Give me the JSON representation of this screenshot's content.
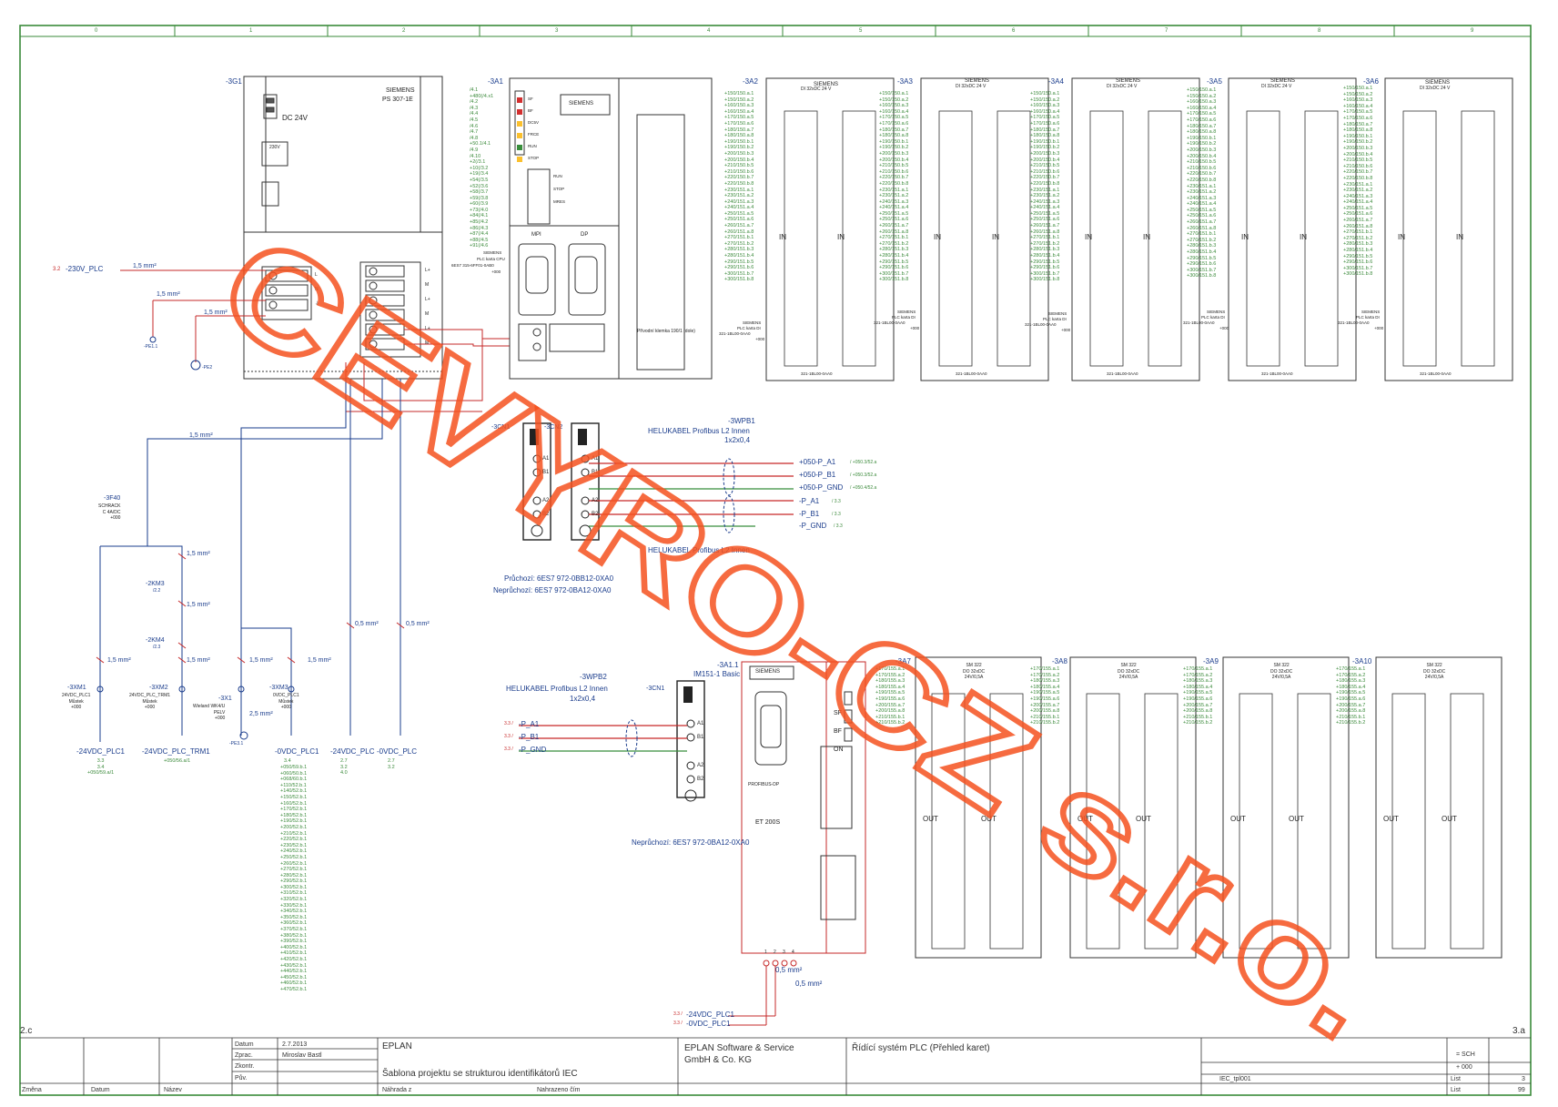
{
  "ruler": [
    "0",
    "1",
    "2",
    "3",
    "4",
    "5",
    "6",
    "7",
    "8",
    "9"
  ],
  "corner": {
    "left": "2.c",
    "right": "3.a"
  },
  "power_supply": {
    "tag": "-3G1",
    "brand": "SIEMENS",
    "model": "PS 307-1E",
    "dc_label": "DC 24V",
    "btn_label": "230V",
    "terminals_left": [
      "L",
      "N",
      "⏚"
    ],
    "terminals_right": [
      "L+",
      "M",
      "L+",
      "M",
      "L+",
      "M"
    ]
  },
  "power_in": {
    "from": "3.2",
    "label": "-230V_PLC",
    "wire1": "1,5 mm²",
    "wire2": "1,5 mm²",
    "wire3": "1,5 mm²",
    "pe1": "-PE1.1",
    "pe2": "-PE2"
  },
  "cpu": {
    "tag": "-3A1",
    "brand": "SIEMENS",
    "leds": [
      "SF",
      "BF",
      "DC5V",
      "FRCE",
      "RUN",
      "STOP"
    ],
    "modes": [
      "RUN",
      "STOP",
      "MRES"
    ],
    "ports": [
      "MPI",
      "DP"
    ],
    "label_lines": [
      "SIEMENS",
      "PLC karta CPU",
      "6ES7 315-6FF01-0AB0",
      "+000"
    ],
    "pins": "/4.1\n+480(/4.x1\n/4.2\n/4.3\n/4.4\n/4.5\n/4.6\n/4.7\n/4.8\n+50.1/4.1\n/4.9\n/4.10\n+2(/3.1\n+10(/3.2\n+19(/3.4\n+54(/3.5\n+52(/3.6\n+58(/3.7\n+59(/3.8\n+60(/3.9\n+73(/4.0\n+84(/4.1\n+85(/4.2\n+86(/4.3\n+87(/4.4\n+88(/4.5\n+91(/4.6",
    "terminal_label": "Přívodní klemka 190/1 (dole)"
  },
  "modules_top": [
    {
      "tag": "-3A2",
      "head": "SIEMENS",
      "sub": "DI 32xDC 24 V",
      "io1": "IN",
      "io2": "IN",
      "lbl": [
        "SIEMENS",
        "PLC karta DI",
        "321-1BL00-0AA0",
        "+000"
      ],
      "bottom": "321-1BL00-0AA0"
    },
    {
      "tag": "-3A3",
      "head": "SIEMENS",
      "sub": "DI 32xDC 24 V",
      "io1": "IN",
      "io2": "IN",
      "lbl": [
        "SIEMENS",
        "PLC karta DI",
        "321-1BL00-0AA0",
        "+000"
      ],
      "bottom": "321-1BL00-0AA0"
    },
    {
      "tag": "-3A4",
      "head": "SIEMENS",
      "sub": "DI 32xDC 24 V",
      "io1": "IN",
      "io2": "IN",
      "lbl": [
        "SIEMENS",
        "PLC karta DI",
        "321-1BL00-0AA0",
        "+000"
      ],
      "bottom": "321-1BL00-0AA0"
    },
    {
      "tag": "-3A5",
      "head": "SIEMENS",
      "sub": "DI 32xDC 24 V",
      "io1": "IN",
      "io2": "IN",
      "lbl": [
        "SIEMENS",
        "PLC karta DI",
        "321-1BL00-0AA0",
        "+000"
      ],
      "bottom": "321-1BL00-0AA0"
    },
    {
      "tag": "-3A6",
      "head": "SIEMENS",
      "sub": "DI 32xDC 24 V",
      "io1": "IN",
      "io2": "IN",
      "lbl": [
        "SIEMENS",
        "PLC karta DI",
        "321-1BL00-0AA0",
        "+000"
      ],
      "bottom": "321-1BL00-0AA0"
    }
  ],
  "modules_bottom": [
    {
      "tag": "-3A7",
      "sub": "SM 322\nDO 32xDC\n24V/0,5A",
      "io1": "OUT",
      "io2": "OUT"
    },
    {
      "tag": "-3A8",
      "sub": "SM 322\nDO 32xDC\n24V/0,5A",
      "io1": "OUT",
      "io2": "OUT"
    },
    {
      "tag": "-3A9",
      "sub": "SM 322\nDO 32xDC\n24V/0,5A",
      "io1": "OUT",
      "io2": "OUT"
    },
    {
      "tag": "-3A10",
      "sub": "SM 322\nDO 32xDC\n24V/0,5A",
      "io1": "OUT",
      "io2": "OUT"
    }
  ],
  "profibus": {
    "cn1_tag": "-3CN1",
    "cn2_tag": "-3CN2",
    "wpb1_tag": "-3WPB1",
    "cable1": "HELUKABEL Profibus L2 Innen",
    "cable1_spec": "1x2x0,4",
    "wpb2_tag": "-3WPB2",
    "cable2": "HELUKABEL Profibus L2 Innen",
    "cable2_spec": "1x2x0,4",
    "pins": [
      "A1",
      "B1",
      "A2",
      "B2"
    ],
    "sig1": "+050-P_A1",
    "sig1r": "/ +050.3/52.a",
    "sig2": "+050-P_B1",
    "sig2r": "/ +050.3/52.a",
    "sig3": "+050-P_GND",
    "sig3r": "/ +050.4/52.a",
    "sig4": "-P_A1",
    "sig4r": "/ 3.3",
    "sig5": "-P_B1",
    "sig5r": "/ 3.3",
    "sig6": "-P_GND",
    "sig6r": "/ 3.3",
    "through": "Průchozí: 6ES7 972-0BB12-0XA0",
    "nonthrough": "Neprůchozí: 6ES7 972-0BA12-0XA0"
  },
  "et200": {
    "tag": "-3A1.1",
    "title": "IM151-1 Basic",
    "brand": "SIEMENS",
    "leds": [
      "SF",
      "BF",
      "ON"
    ],
    "bus": "PROFIBUS-DP",
    "name": "ET 200S",
    "cn_tag": "-3CN1",
    "wpb_tag": "-3WPB2",
    "left_sig1": "-P_A1",
    "left_sig2": "-P_B1",
    "left_sig3": "-P_GND",
    "left_ref": "3.3 /",
    "nonthrough": "Neprůchozí: 6ES7 972-0BA12-0XA0",
    "term_nums": [
      "1",
      "2",
      "3",
      "4"
    ],
    "wire1": "0,5 mm²",
    "wire2": "0,5 mm²",
    "feed1": "-24VDC_PLC1",
    "feed2": "-0VDC_PLC1",
    "feed_ref": "3.3 /"
  },
  "distribution": {
    "breaker_tag": "-3F40",
    "breaker_sub": "SCHRACK\nC 4A/DC\n+000",
    "relay1": "-2KM3",
    "relay1_ref": "/2.2",
    "relay2": "-2KM4",
    "relay2_ref": "/2.3",
    "wires": [
      "1,5 mm²",
      "1,5 mm²",
      "1,5 mm²",
      "1,5 mm²",
      "1,5 mm²",
      "1,5 mm²",
      "1,5 mm²",
      "0,5 mm²",
      "0,5 mm²",
      "2,5 mm²"
    ],
    "terminals": [
      {
        "tag": "-3XM1",
        "sub": "24VDC_PLC1\nMůstek\n+000"
      },
      {
        "tag": "-3XM2",
        "sub": "24VDC_PLC_TRM1\nMůstek\n+000"
      },
      {
        "tag": "-3X1",
        "sub": "Wieland WK4/U\nPELV\n+000"
      },
      {
        "tag": "-3XM3",
        "sub": "0VDC_PLC1\nMůstek\n+000"
      }
    ],
    "pe": "-PE3.1",
    "outputs": [
      {
        "label": "-24VDC_PLC1",
        "ref": "3.3\n3.4\n+050/59.a/1"
      },
      {
        "label": "-24VDC_PLC_TRM1",
        "ref": "+050/56.a/1"
      },
      {
        "label": "-0VDC_PLC1",
        "ref": "3.4"
      },
      {
        "label": "-24VDC_PLC",
        "ref": "2.7\n3.2\n4.0"
      },
      {
        "label": "-0VDC_PLC",
        "ref": "2.7\n3.2"
      }
    ],
    "ov_list": "+050/59.b.1\n+060/50.b.1\n+068/60.b.1\n+110/52.b.1\n+140/52.b.1\n+150/52.b.1\n+160/52.b.1\n+170/52.b.1\n+180/52.b.1\n+190/52.b.1\n+200/52.b.1\n+210/52.b.1\n+220/52.b.1\n+230/52.b.1\n+240/52.b.1\n+250/52.b.1\n+260/52.b.1\n+270/52.b.1\n+280/52.b.1\n+290/52.b.1\n+300/52.b.1\n+310/52.b.1\n+320/52.b.1\n+330/52.b.1\n+340/52.b.1\n+350/52.b.1\n+360/52.b.1\n+370/52.b.1\n+380/52.b.1\n+390/52.b.1\n+400/52.b.1\n+410/52.b.1\n+420/52.b.1\n+430/52.b.1\n+440/52.b.1\n+450/52.b.1\n+460/52.b.1\n+470/52.b.1"
  },
  "module_pins": "+150/150.a.1\n+150/150.a.2\n+160/150.a.3\n+160/150.a.4\n+170/150.a.5\n+170/150.a.6\n+180/150.a.7\n+180/150.a.8\n+190/150.b.1\n+190/150.b.2\n+200/150.b.3\n+200/150.b.4\n+210/150.b.5\n+210/150.b.6\n+220/150.b.7\n+220/150.b.8\n+230/151.a.1\n+230/151.a.2\n+240/151.a.3\n+240/151.a.4\n+250/151.a.5\n+250/151.a.6\n+260/151.a.7\n+260/151.a.8\n+270/151.b.1\n+270/151.b.2\n+280/151.b.3\n+280/151.b.4\n+290/151.b.5\n+290/151.b.6\n+300/151.b.7\n+300/151.b.8",
  "module_pins_short": "+170/155.a.1\n+170/155.a.2\n+180/155.a.3\n+180/155.a.4\n+190/155.a.5\n+190/155.a.6\n+200/155.a.7\n+200/155.a.8\n+210/155.b.1\n+210/155.b.2",
  "watermark": "CEVYRO-CZ s.r.o.",
  "title_block": {
    "datum_label": "Datum",
    "datum": "2.7.2013",
    "zprac_label": "Zprac.",
    "zprac": "Miroslav Bastl",
    "zkontr_label": "Zkontr.",
    "puv_label": "Pův.",
    "nahrada": "Náhrada z",
    "nahrazeno": "Nahrazeno čím",
    "zmena": "Změna",
    "datum2": "Datum",
    "nazev": "Název",
    "company": "EPLAN",
    "project": "Šablona projektu se strukturou identifikátorů IEC",
    "vendor": "EPLAN Software & Service\nGmbH & Co. KG",
    "sheet_title": "Řídící systém PLC (Přehled karet)",
    "eq": "= SCH",
    "loc": "+ 000",
    "file": "IEC_tpl001",
    "list_label": "List",
    "list_value": "3",
    "list_total_label": "List",
    "list_total": "99"
  }
}
